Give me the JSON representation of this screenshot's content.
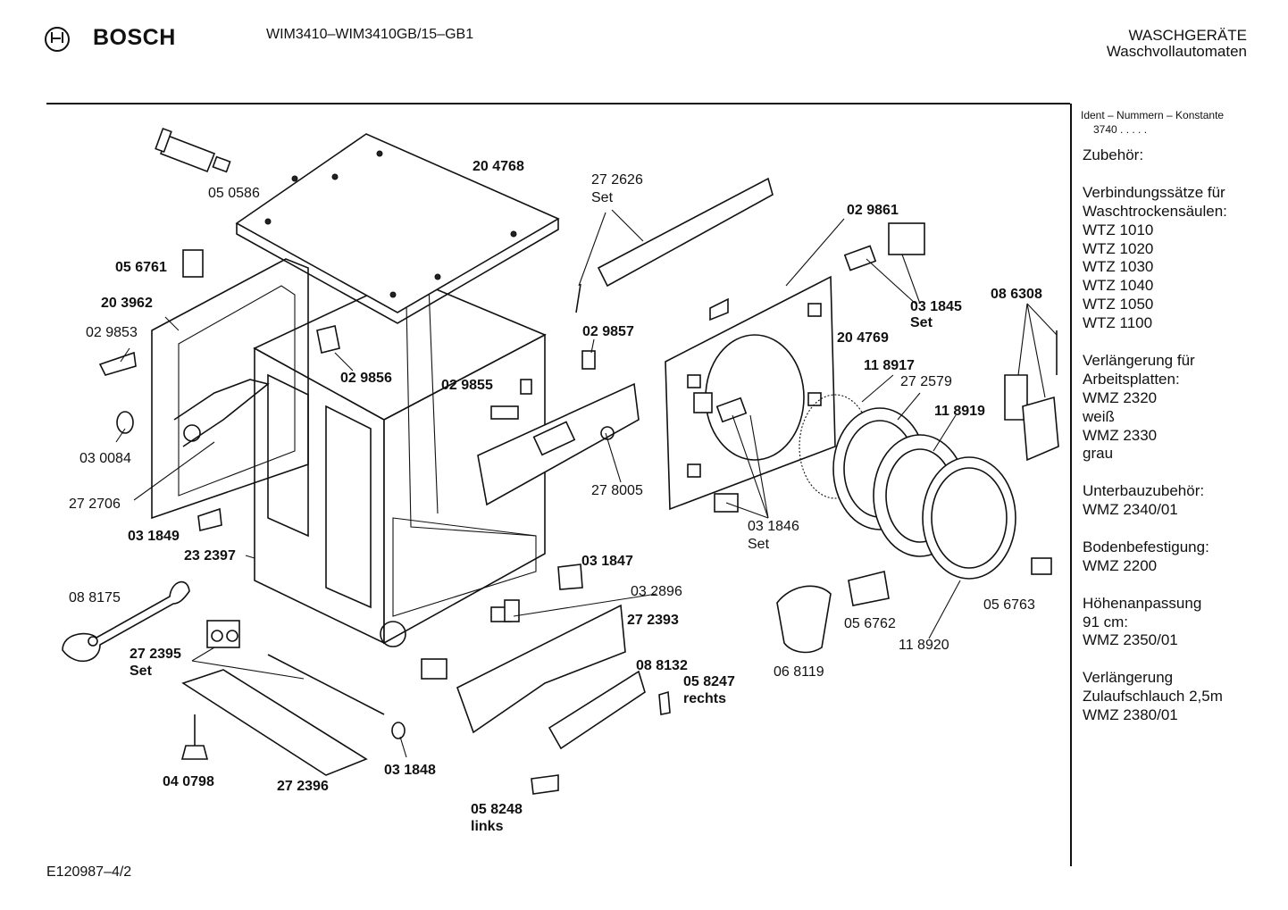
{
  "header": {
    "brand": "BOSCH",
    "model": "WIM3410–WIM3410GB/15–GB1",
    "category_line1": "WASCHGERÄTE",
    "category_line2": "Waschvollautomaten"
  },
  "footer": {
    "code": "E120987–4/2"
  },
  "sidebar": {
    "ident_label": "Ident – Nummern – Konstante",
    "ident_value": "3740  .  .  .  .  .",
    "lines": [
      "Zubehör:",
      "",
      "Verbindungssätze für",
      "Waschtrockensäulen:",
      "WTZ 1010",
      "WTZ 1020",
      "WTZ 1030",
      "WTZ 1040",
      "WTZ 1050",
      "WTZ 1100",
      "",
      "Verlängerung für",
      "Arbeitsplatten:",
      "WMZ 2320",
      "weiß",
      "WMZ 2330",
      "grau",
      "",
      "Unterbauzubehör:",
      "WMZ 2340/01",
      "",
      "Bodenbefestigung:",
      "WMZ 2200",
      "",
      "Höhenanpassung",
      "91 cm:",
      "WMZ 2350/01",
      "",
      "Verlängerung",
      "Zulaufschlauch 2,5m",
      "WMZ 2380/01"
    ]
  },
  "parts": [
    {
      "id": "p050586",
      "text": "05 0586",
      "bold": false
    },
    {
      "id": "p204768",
      "text": "20 4768",
      "bold": true
    },
    {
      "id": "p272626",
      "text": "27 2626",
      "bold": false
    },
    {
      "id": "p272626s",
      "text": "Set",
      "bold": false
    },
    {
      "id": "p029861",
      "text": "02 9861",
      "bold": true
    },
    {
      "id": "p056761",
      "text": "05 6761",
      "bold": true
    },
    {
      "id": "p203962",
      "text": "20 3962",
      "bold": true
    },
    {
      "id": "p029853",
      "text": "02 9853",
      "bold": false
    },
    {
      "id": "p031845",
      "text": "03 1845",
      "bold": true
    },
    {
      "id": "p031845s",
      "text": "Set",
      "bold": true
    },
    {
      "id": "p086308",
      "text": "08 6308",
      "bold": true
    },
    {
      "id": "p029857",
      "text": "02 9857",
      "bold": true
    },
    {
      "id": "p204769",
      "text": "20 4769",
      "bold": true
    },
    {
      "id": "p029856",
      "text": "02 9856",
      "bold": true
    },
    {
      "id": "p029855",
      "text": "02 9855",
      "bold": true
    },
    {
      "id": "p118917",
      "text": "11 8917",
      "bold": true
    },
    {
      "id": "p272579",
      "text": "27 2579",
      "bold": false
    },
    {
      "id": "p118919",
      "text": "11 8919",
      "bold": true
    },
    {
      "id": "p030084",
      "text": "03 0084",
      "bold": false
    },
    {
      "id": "p278005",
      "text": "27 8005",
      "bold": false
    },
    {
      "id": "p272706",
      "text": "27 2706",
      "bold": false
    },
    {
      "id": "p031846",
      "text": "03 1846",
      "bold": false
    },
    {
      "id": "p031846s",
      "text": "Set",
      "bold": false
    },
    {
      "id": "p031849",
      "text": "03 1849",
      "bold": true
    },
    {
      "id": "p232397",
      "text": "23 2397",
      "bold": true
    },
    {
      "id": "p031847",
      "text": "03 1847",
      "bold": true
    },
    {
      "id": "p088175",
      "text": "08 8175",
      "bold": false
    },
    {
      "id": "p032896",
      "text": "03 2896",
      "bold": false
    },
    {
      "id": "p056763",
      "text": "05 6763",
      "bold": false
    },
    {
      "id": "p272393",
      "text": "27 2393",
      "bold": true
    },
    {
      "id": "p056762",
      "text": "05 6762",
      "bold": false
    },
    {
      "id": "p272395",
      "text": "27 2395",
      "bold": true
    },
    {
      "id": "p272395s",
      "text": "Set",
      "bold": true
    },
    {
      "id": "p088132",
      "text": "08 8132",
      "bold": true
    },
    {
      "id": "p118920",
      "text": "11 8920",
      "bold": false
    },
    {
      "id": "p058247",
      "text": "05 8247",
      "bold": true
    },
    {
      "id": "p058247r",
      "text": "rechts",
      "bold": true
    },
    {
      "id": "p068119",
      "text": "06 8119",
      "bold": false
    },
    {
      "id": "p040798",
      "text": "04 0798",
      "bold": true
    },
    {
      "id": "p272396",
      "text": "27 2396",
      "bold": true
    },
    {
      "id": "p031848",
      "text": "03 1848",
      "bold": true
    },
    {
      "id": "p058248",
      "text": "05 8248",
      "bold": true
    },
    {
      "id": "p058248l",
      "text": "links",
      "bold": true
    }
  ]
}
